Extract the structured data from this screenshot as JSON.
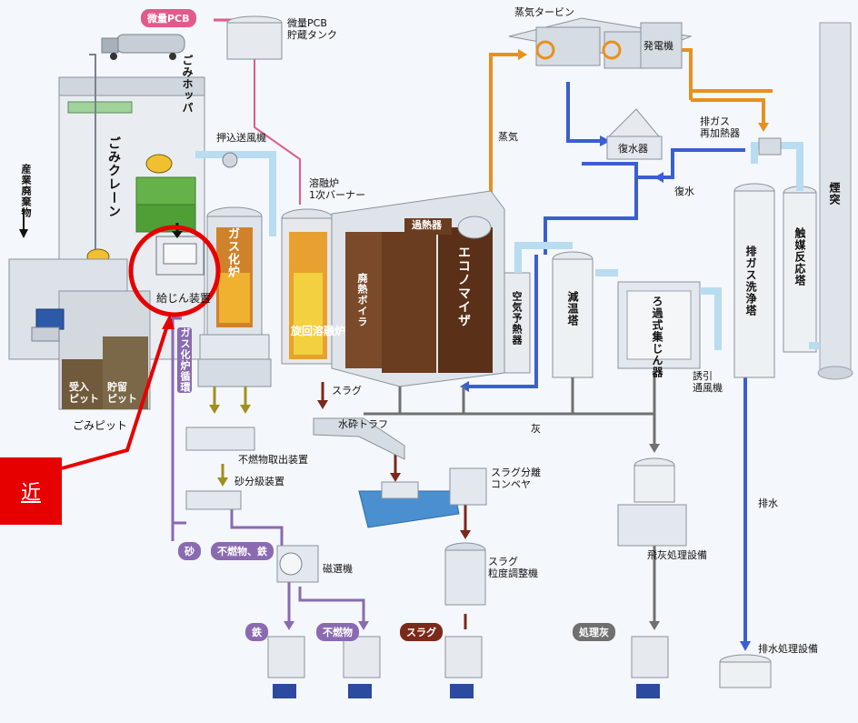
{
  "labels": {
    "trace_pcb_tag": "微量PCB",
    "pcb_tank": "微量PCB\n貯蔵タンク",
    "steam_turbine": "蒸気タービン",
    "generator": "発電機",
    "waste_hopper": "ごみホッパ",
    "forced_fan": "押込送風機",
    "waste_crane": "ごみクレーン",
    "industrial_waste": "産業廃棄物",
    "melting_burner": "溶融炉\n1次バーナー",
    "steam": "蒸気",
    "condenser": "復水器",
    "exhaust_reheater": "排ガス\n再加熱器",
    "condensate": "復水",
    "chimney": "煙突",
    "catalytic_tower": "触媒反応塔",
    "scrubber": "排ガス洗浄塔",
    "gasification_furnace": "ガス化炉",
    "feeder": "給じん装置",
    "cyclone_furnace": "旋回溶融炉",
    "waste_heat_boiler": "廃熱ボイラ",
    "superheater": "過熱器",
    "economizer": "エコノマイザ",
    "air_preheater": "空気予熱器",
    "cooling_tower": "減温塔",
    "bag_filter": "ろ過式集じん器",
    "induced_fan": "誘引\n通風機",
    "receiving_pit": "受入\nピット",
    "storage_pit": "貯留\nピット",
    "waste_pit": "ごみピット",
    "gasifier_circulation": "ガス化炉循環",
    "slag": "スラグ",
    "water_trough": "水砕トラフ",
    "ash": "灰",
    "incombustible_remover": "不燃物取出装置",
    "sand_classifier": "砂分級装置",
    "slag_conveyor": "スラグ分離\nコンベヤ",
    "drainage": "排水",
    "fly_ash_treatment": "飛灰処理設備",
    "sand": "砂",
    "incombustible_iron": "不燃物、鉄",
    "magnetic_separator": "磁選機",
    "slag_grading": "スラグ\n粒度調整機",
    "iron": "鉄",
    "incombustible": "不燃物",
    "slag_out": "スラグ",
    "treated_ash": "処理灰",
    "drain_treatment": "排水処理設備"
  },
  "callout": {
    "text": "近"
  },
  "colors": {
    "steam": "#e8901e",
    "water": "#3a5fd0",
    "ash": "#707070",
    "slag": "#7a2a1a",
    "sand": "#8a6ab0",
    "highlight": "#e60000",
    "pcb": "#e05a8a"
  }
}
